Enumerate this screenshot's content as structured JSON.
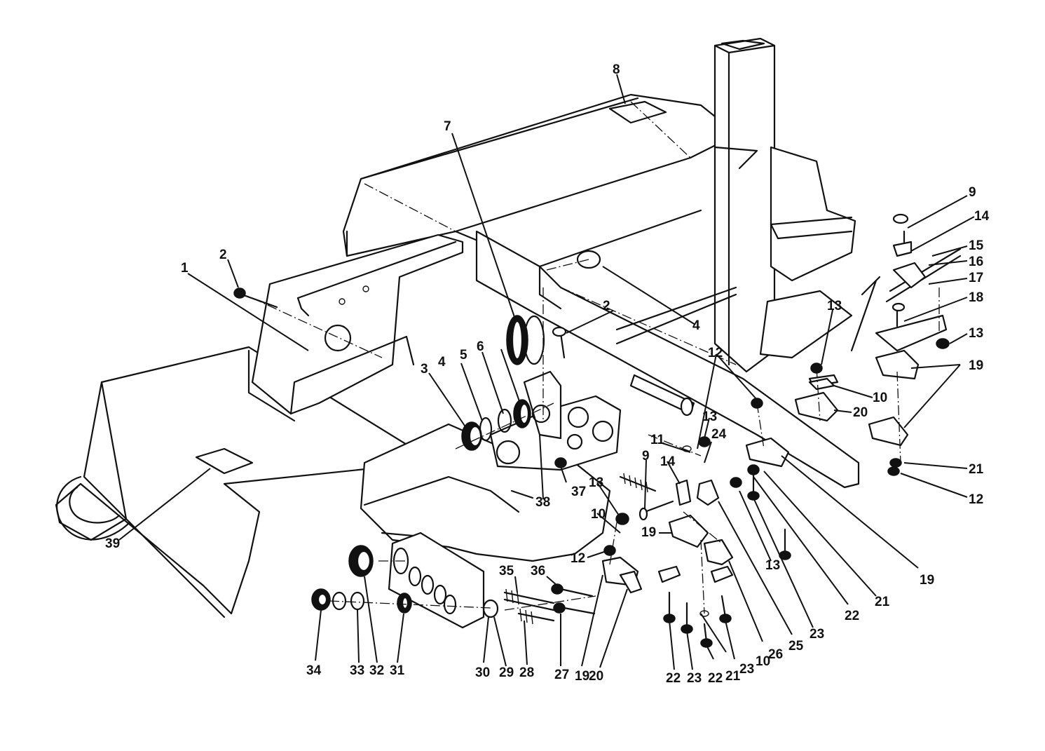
{
  "callouts": [
    {
      "label": "1"
    },
    {
      "label": "2"
    },
    {
      "label": "2"
    },
    {
      "label": "3"
    },
    {
      "label": "4"
    },
    {
      "label": "4"
    },
    {
      "label": "5"
    },
    {
      "label": "6"
    },
    {
      "label": "7"
    },
    {
      "label": "8"
    },
    {
      "label": "9"
    },
    {
      "label": "9"
    },
    {
      "label": "10"
    },
    {
      "label": "10"
    },
    {
      "label": "10"
    },
    {
      "label": "11"
    },
    {
      "label": "12"
    },
    {
      "label": "12"
    },
    {
      "label": "12"
    },
    {
      "label": "13"
    },
    {
      "label": "13"
    },
    {
      "label": "13"
    },
    {
      "label": "13"
    },
    {
      "label": "13"
    },
    {
      "label": "14"
    },
    {
      "label": "14"
    },
    {
      "label": "15"
    },
    {
      "label": "16"
    },
    {
      "label": "17"
    },
    {
      "label": "18"
    },
    {
      "label": "19"
    },
    {
      "label": "19"
    },
    {
      "label": "19"
    },
    {
      "label": "19"
    },
    {
      "label": "20"
    },
    {
      "label": "20"
    },
    {
      "label": "21"
    },
    {
      "label": "21"
    },
    {
      "label": "21"
    },
    {
      "label": "22"
    },
    {
      "label": "22"
    },
    {
      "label": "22"
    },
    {
      "label": "23"
    },
    {
      "label": "23"
    },
    {
      "label": "23"
    },
    {
      "label": "24"
    },
    {
      "label": "25"
    },
    {
      "label": "26"
    },
    {
      "label": "27"
    },
    {
      "label": "28"
    },
    {
      "label": "29"
    },
    {
      "label": "30"
    },
    {
      "label": "31"
    },
    {
      "label": "32"
    },
    {
      "label": "33"
    },
    {
      "label": "34"
    },
    {
      "label": "35"
    },
    {
      "label": "36"
    },
    {
      "label": "37"
    },
    {
      "label": "38"
    },
    {
      "label": "39"
    }
  ]
}
